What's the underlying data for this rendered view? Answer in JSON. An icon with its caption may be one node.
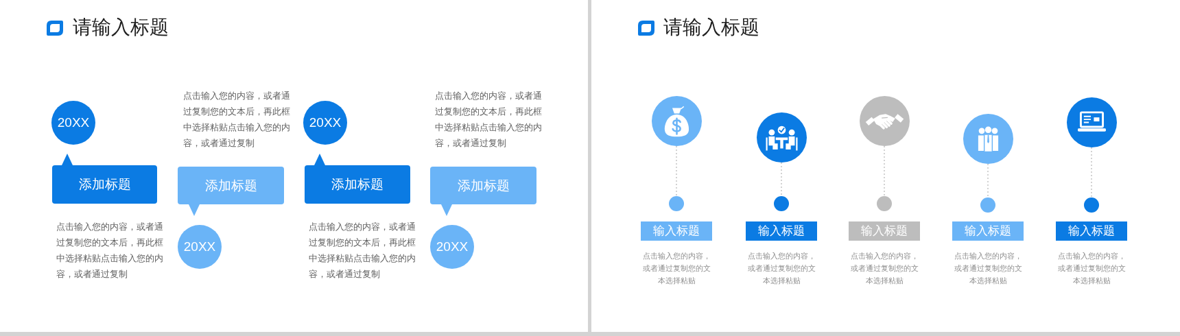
{
  "diagram": {
    "title": "请输入标题",
    "nodes": [
      {
        "text": [
          "20XX"
        ]
      },
      {
        "text": [
          "添加标题"
        ],
        "beside": [
          "点击输入您的内容，或者通过复制您的文本后，再此框中选择粘贴点击输入您的内容，或者通过复制"
        ]
      },
      {
        "text": [
          "添加标题"
        ],
        "beside": [
          "点击输入您的内容，或者通过复制您的文本后，再此框中选择粘贴点击输入您的内容，或者通过复制"
        ]
      },
      {
        "text": [
          "20XX"
        ]
      },
      {
        "text": [
          "20XX"
        ]
      },
      {
        "text": [
          "添加标题"
        ],
        "beside": [
          "点击输入您的内容，或者通过复制您的文本后，再此框中选择粘贴点击输入您的内容，或者通过复制"
        ]
      },
      {
        "text": [
          "添加标题"
        ],
        "beside": [
          "点击输入您的内容，或者通过复制您的文本后，再此框中选择粘贴点击输入您的内容，或者通过复制"
        ]
      },
      {
        "text": [
          "20XX"
        ]
      },
      {
        "text": [],
        "shape": "circle"
      },
      {
        "text": [],
        "shape": "circle"
      },
      {
        "text": [
          "输入标题"
        ],
        "beside": [
          "点击输入您的内容，或者通过复制您的文本选择粘贴"
        ]
      },
      {
        "text": [],
        "shape": "circle"
      },
      {
        "text": [],
        "shape": "circle"
      },
      {
        "text": [
          "输入标题"
        ],
        "beside": [
          "点击输入您的内容，或者通过复制您的文本选择粘贴"
        ]
      },
      {
        "text": [],
        "shape": "circle"
      },
      {
        "text": [],
        "shape": "circle"
      },
      {
        "text": [
          "输入标题"
        ],
        "beside": [
          "点击输入您的内容，或者通过复制您的文本选择粘贴"
        ]
      },
      {
        "text": [],
        "shape": "circle"
      },
      {
        "text": [],
        "shape": "circle"
      },
      {
        "text": [
          "输入标题"
        ],
        "beside": [
          "点击输入您的内容，或者通过复制您的文本选择粘贴"
        ]
      },
      {
        "text": [],
        "shape": "circle"
      },
      {
        "text": [],
        "shape": "circle"
      },
      {
        "text": [
          "输入标题"
        ],
        "beside": [
          "点击输入您的内容，或者通过复制您的文本选择粘贴"
        ]
      }
    ],
    "edges": [
      {
        "from": 8,
        "to": 9,
        "arrow": "none",
        "style": "dashed"
      },
      {
        "from": 11,
        "to": 12,
        "arrow": "none",
        "style": "dashed"
      },
      {
        "from": 14,
        "to": 15,
        "arrow": "none",
        "style": "dashed"
      },
      {
        "from": 17,
        "to": 18,
        "arrow": "none",
        "style": "dashed"
      },
      {
        "from": 20,
        "to": 21,
        "arrow": "none",
        "style": "dashed"
      }
    ],
    "labels": [
      "请输入标题"
    ]
  }
}
